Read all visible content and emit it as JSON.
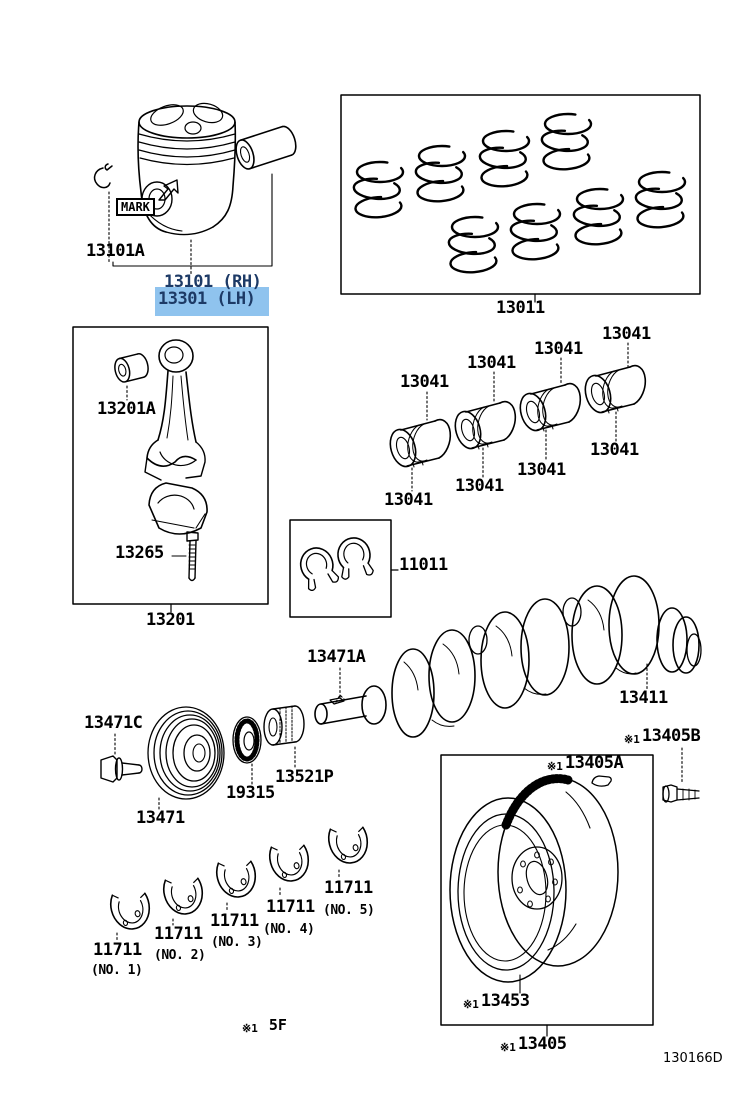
{
  "figure": {
    "code": "130166D",
    "footnote": "5F",
    "footnote_ref": "※1"
  },
  "colors": {
    "background": "#ffffff",
    "line": "#000000",
    "link_text": "#1d3a66",
    "highlight": "#8fc3ee"
  },
  "labels": {
    "p13101A": "13101A",
    "mark": "MARK",
    "p13101rh": "13101 (RH)",
    "p13301lh": "13301 (LH)",
    "p13011": "13011",
    "p13041": "13041",
    "p13201A": "13201A",
    "p13265": "13265",
    "p13201": "13201",
    "p11011": "11011",
    "p13471A": "13471A",
    "p13411": "13411",
    "p13405B": "13405B",
    "p13405A": "13405A",
    "p13471C": "13471C",
    "p19315": "19315",
    "p13521P": "13521P",
    "p13471": "13471",
    "p11711": "11711",
    "no1": "(NO. 1)",
    "no2": "(NO. 2)",
    "no3": "(NO. 3)",
    "no4": "(NO. 4)",
    "no5": "(NO. 5)",
    "p13453": "13453",
    "p13405": "13405",
    "ref": "※1",
    "note5f": "5F",
    "code": "130166D"
  }
}
